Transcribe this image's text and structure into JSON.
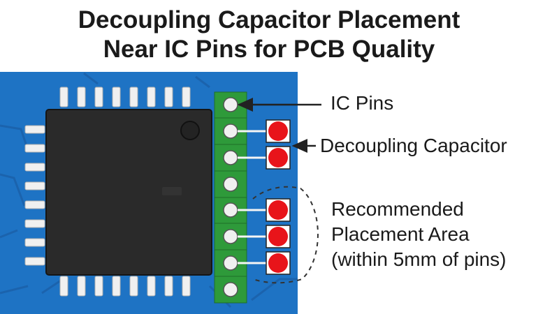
{
  "title": {
    "line1": "Decoupling Capacitor Placement",
    "line2": "Near IC Pins for PCB Quality"
  },
  "labels": {
    "ic_pins": "IC Pins",
    "decoupling_capacitor": "Decoupling Capacitor",
    "area_line1": "Recommended",
    "area_line2": "Placement Area",
    "area_line3": "(within 5mm of pins)"
  },
  "colors": {
    "pcb": "#1e73c4",
    "trace": "#165a9e",
    "ic_body": "#2a2a2a",
    "header": "#2e9a3a",
    "pad": "#f0f0f0",
    "capacitor": "#e8141a"
  },
  "icons": [
    "ic-chip",
    "pin-header",
    "capacitor-pad"
  ]
}
